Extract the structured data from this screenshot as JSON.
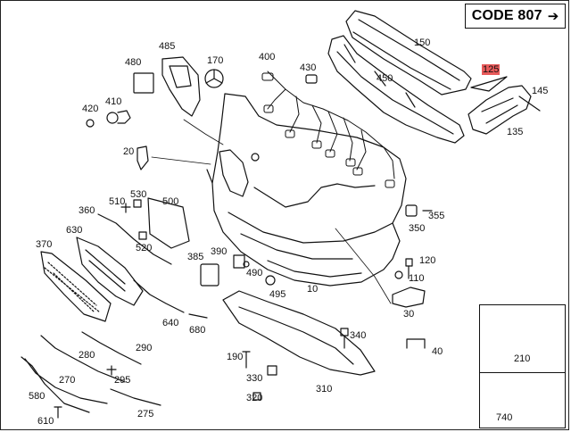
{
  "code_box": {
    "text": "CODE 807",
    "arrow": "➔"
  },
  "highlight_color": "#e85a5a",
  "labels": {
    "l485": "485",
    "l480": "480",
    "l170": "170",
    "l400": "400",
    "l430": "430",
    "l150": "150",
    "l450": "450",
    "l125": "125",
    "l145": "145",
    "l135": "135",
    "l410": "410",
    "l420": "420",
    "l20": "20",
    "l510": "510",
    "l530": "530",
    "l500": "500",
    "l360": "360",
    "l520": "520",
    "l355": "355",
    "l350": "350",
    "l370": "370",
    "l630": "630",
    "l390": "390",
    "l385": "385",
    "l490": "490",
    "l120": "120",
    "l110": "110",
    "l495": "495",
    "l10": "10",
    "l30": "30",
    "l640": "640",
    "l680": "680",
    "l340": "340",
    "l290": "290",
    "l190": "190",
    "l280": "280",
    "l295": "295",
    "l330": "330",
    "l270": "270",
    "l320": "320",
    "l310": "310",
    "l40": "40",
    "l580": "580",
    "l275": "275",
    "l610": "610",
    "l210": "210",
    "l740": "740"
  }
}
